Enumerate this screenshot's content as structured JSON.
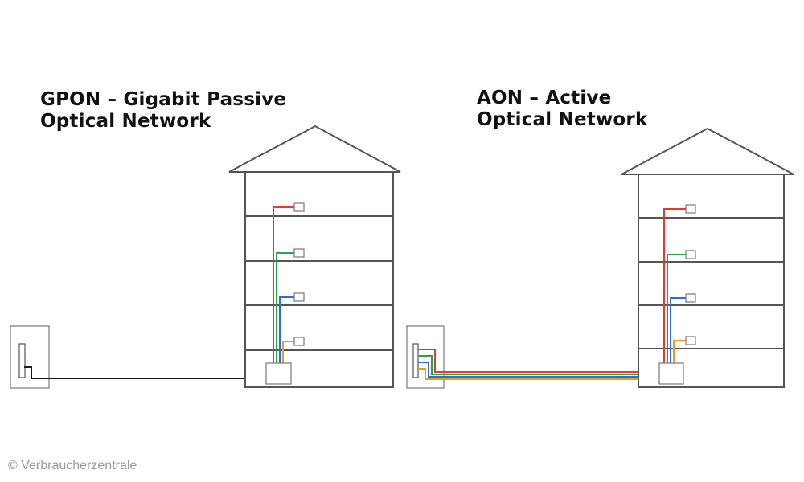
{
  "gpon": {
    "title_line1": "GPON – Gigabit Passive",
    "title_line2": "Optical Network"
  },
  "aon": {
    "title_line1": "AON – Active",
    "title_line2": "Optical Network"
  },
  "credit": "© Verbraucherzentrale",
  "colors": {
    "outline": "#555555",
    "feeder": "#1a1a1a",
    "line_red": "#e53935",
    "line_green": "#2e9e4f",
    "line_blue": "#2f6fd1",
    "line_orange": "#f39a1e"
  },
  "icons": [
    "house-icon",
    "street-cabinet-icon",
    "distribution-box-icon",
    "wall-socket-icon"
  ]
}
